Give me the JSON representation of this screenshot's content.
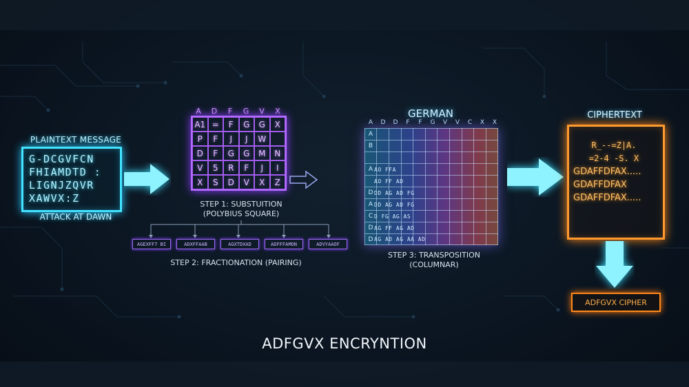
{
  "title": "ADFGVX ENCRYNTION",
  "plaintext": {
    "heading": "PLAINTEXT MESSAGE",
    "lines": [
      "G-DCGVFCN",
      "FHIAMDTD :",
      "LIGNJZQVR",
      "XAWVX:Z"
    ],
    "caption": "ATTACK AT DAWN"
  },
  "polybius": {
    "headers": [
      "A",
      "D",
      "F",
      "G",
      "V",
      "X"
    ],
    "rows": [
      [
        "A1",
        "=",
        "F",
        "G",
        "G",
        "X"
      ],
      [
        "P",
        "F",
        "J",
        "J",
        "W",
        ""
      ],
      [
        "D",
        "F",
        "G",
        "G",
        "M",
        "N"
      ],
      [
        "V",
        "5",
        "R",
        "F",
        "J",
        "I"
      ],
      [
        "X",
        "S",
        "D",
        "V",
        "X",
        "Z"
      ]
    ],
    "step_label": "STEP 1: SUBSTUITION",
    "step_sub": "(POLYBIUS SQUARE)"
  },
  "fractionation": {
    "pairs": [
      "AGEXFF7 BI",
      "ADXFFAAB",
      "AGXTDXAD",
      "ADFFFAMON",
      "ADVYAAOF"
    ],
    "step_label": "STEP 2: FRACTIONATION (PAIRING)"
  },
  "transposition": {
    "keyword": "GERMAN",
    "headers": [
      "A",
      "D",
      "D",
      "F",
      "F",
      "G",
      "V",
      "V",
      "C",
      "X",
      "X"
    ],
    "row_letters": [
      "A",
      "B",
      "",
      "A",
      "",
      "D",
      "A",
      "C",
      "D",
      "D"
    ],
    "row_texts": [
      "",
      "",
      "",
      "AO FFA",
      "AO FF AD",
      "DD AG AD FG",
      "DD AG AD FG",
      "D FG AG AS",
      "AG FF AG AD",
      "AG AD AG AA AD"
    ],
    "step_label": "STEP 3: TRANSPOSITION",
    "step_sub": "(COLUMNAR)"
  },
  "ciphertext": {
    "heading": "CIPHERTEXT",
    "lines": [
      "R_--=Z|A.",
      "=2-4 -S. X",
      "GDAFFDFAX.....",
      "GDAFFDFAX",
      "GDAFFDFAX....."
    ],
    "label": "ADFGVX CIPHER"
  },
  "colors": {
    "plaintext": "#43e4ff",
    "polybius": "#b46cff",
    "ciphertext": "#ff9a2e",
    "arrow": "#8ff3ff"
  }
}
